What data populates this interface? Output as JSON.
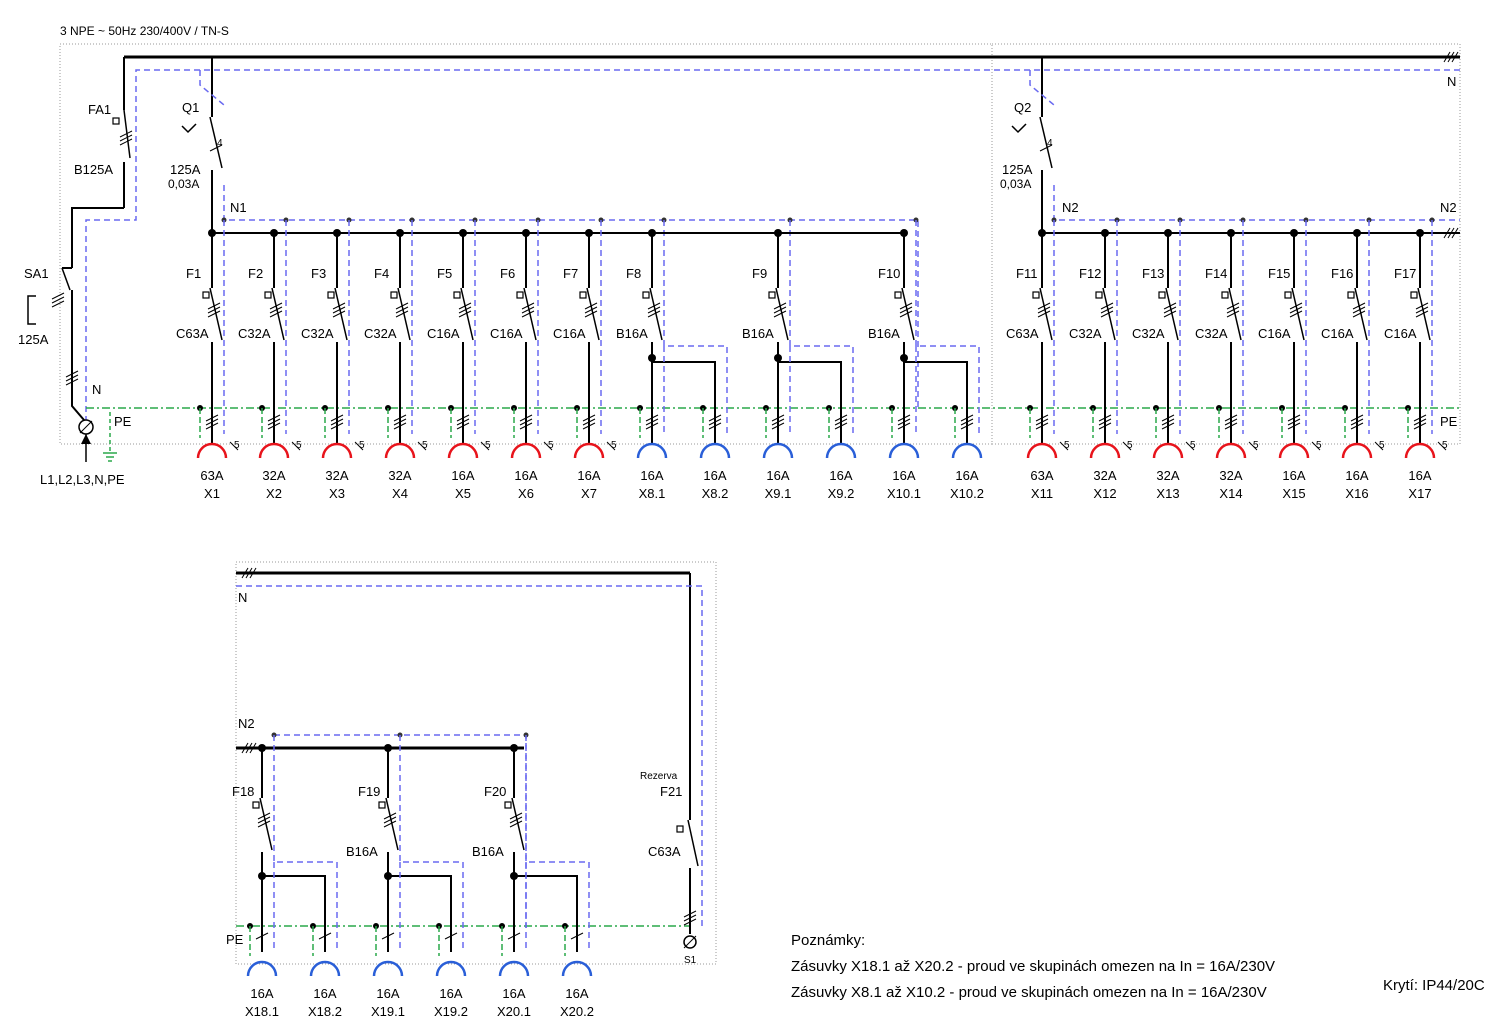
{
  "header": "3 NPE ~ 50Hz  230/400V / TN-S",
  "labels": {
    "N": "N",
    "PE": "PE",
    "N1": "N1",
    "N2": "N2",
    "sa1": "SA1",
    "sa1_rating": "125A",
    "fa1": "FA1",
    "fa1_rating": "B125A",
    "feed": "L1,L2,L3,N,PE",
    "q1": "Q1",
    "q2": "Q2",
    "q_rating": "125A",
    "q_trip": "0,03A",
    "q_poles": "4",
    "rezerva": "Rezerva",
    "f21": "F21",
    "f21_rating": "C63A",
    "s1": "S1",
    "pole5": "5"
  },
  "breakers_top": [
    {
      "name": "F1",
      "rating": "C63A"
    },
    {
      "name": "F2",
      "rating": "C32A"
    },
    {
      "name": "F3",
      "rating": "C32A"
    },
    {
      "name": "F4",
      "rating": "C32A"
    },
    {
      "name": "F5",
      "rating": "C16A"
    },
    {
      "name": "F6",
      "rating": "C16A"
    },
    {
      "name": "F7",
      "rating": "C16A"
    },
    {
      "name": "F8",
      "rating": "B16A"
    },
    {
      "name": "F9",
      "rating": "B16A"
    },
    {
      "name": "F10",
      "rating": "B16A"
    },
    {
      "name": "F11",
      "rating": "C63A"
    },
    {
      "name": "F12",
      "rating": "C32A"
    },
    {
      "name": "F13",
      "rating": "C32A"
    },
    {
      "name": "F14",
      "rating": "C32A"
    },
    {
      "name": "F15",
      "rating": "C16A"
    },
    {
      "name": "F16",
      "rating": "C16A"
    },
    {
      "name": "F17",
      "rating": "C16A"
    }
  ],
  "sockets_top": [
    {
      "id": "X1",
      "rating": "63A",
      "type": "red"
    },
    {
      "id": "X2",
      "rating": "32A",
      "type": "red"
    },
    {
      "id": "X3",
      "rating": "32A",
      "type": "red"
    },
    {
      "id": "X4",
      "rating": "32A",
      "type": "red"
    },
    {
      "id": "X5",
      "rating": "16A",
      "type": "red"
    },
    {
      "id": "X6",
      "rating": "16A",
      "type": "red"
    },
    {
      "id": "X7",
      "rating": "16A",
      "type": "red"
    },
    {
      "id": "X8.1",
      "rating": "16A",
      "type": "blue"
    },
    {
      "id": "X8.2",
      "rating": "16A",
      "type": "blue"
    },
    {
      "id": "X9.1",
      "rating": "16A",
      "type": "blue"
    },
    {
      "id": "X9.2",
      "rating": "16A",
      "type": "blue"
    },
    {
      "id": "X10.1",
      "rating": "16A",
      "type": "blue"
    },
    {
      "id": "X10.2",
      "rating": "16A",
      "type": "blue"
    },
    {
      "id": "X11",
      "rating": "63A",
      "type": "red"
    },
    {
      "id": "X12",
      "rating": "32A",
      "type": "red"
    },
    {
      "id": "X13",
      "rating": "32A",
      "type": "red"
    },
    {
      "id": "X14",
      "rating": "32A",
      "type": "red"
    },
    {
      "id": "X15",
      "rating": "16A",
      "type": "red"
    },
    {
      "id": "X16",
      "rating": "16A",
      "type": "red"
    },
    {
      "id": "X17",
      "rating": "16A",
      "type": "red"
    }
  ],
  "breakers_bottom": [
    {
      "name": "F18",
      "rating": ""
    },
    {
      "name": "F19",
      "rating": "B16A"
    },
    {
      "name": "F20",
      "rating": "B16A"
    }
  ],
  "sockets_bottom": [
    {
      "id": "X18.1",
      "rating": "16A"
    },
    {
      "id": "X18.2",
      "rating": "16A"
    },
    {
      "id": "X19.1",
      "rating": "16A"
    },
    {
      "id": "X19.2",
      "rating": "16A"
    },
    {
      "id": "X20.1",
      "rating": "16A"
    },
    {
      "id": "X20.2",
      "rating": "16A"
    }
  ],
  "notes": {
    "title": "Poznámky:",
    "line1": "Zásuvky X18.1 až X20.2 - proud ve skupinách omezen na In = 16A/230V",
    "line2": "Zásuvky X8.1 až X10.2 - proud ve skupinách omezen na In = 16A/230V",
    "ip": "Krytí: IP44/20C"
  },
  "colors": {
    "phase": "#000000",
    "neutral": "#6a6af0",
    "pe": "#2aa84a",
    "red_socket": "#e8141c",
    "blue_socket": "#2a5fd8",
    "frame": "#999999"
  }
}
